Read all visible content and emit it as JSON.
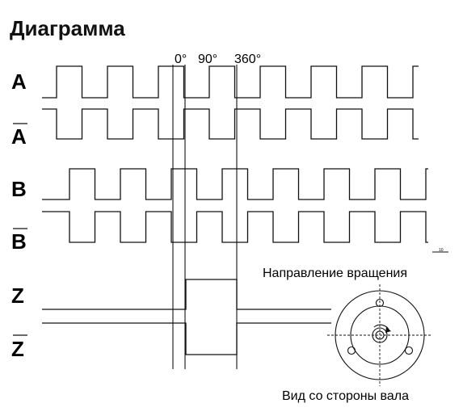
{
  "title": "Диаграмма",
  "angle_labels": [
    "0°",
    "90°",
    "360°"
  ],
  "signals": [
    {
      "name": "A",
      "overbar": false
    },
    {
      "name": "A",
      "overbar": true
    },
    {
      "name": "B",
      "overbar": false
    },
    {
      "name": "B",
      "overbar": true
    },
    {
      "name": "Z",
      "overbar": false
    },
    {
      "name": "Z",
      "overbar": true
    }
  ],
  "rotation_label": "Направление вращения",
  "shaft_view_label": "Вид со стороны вала",
  "small_mark": "10"
}
